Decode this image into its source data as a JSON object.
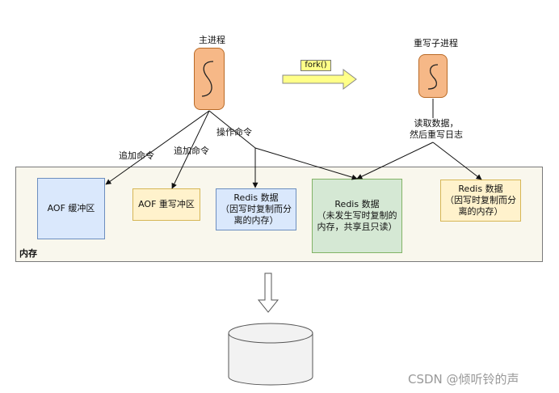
{
  "main_process": {
    "label": "主进程"
  },
  "child_process": {
    "label": "重写子进程",
    "note": "读取数据，\n然后重写日志"
  },
  "fork": {
    "label": "fork()"
  },
  "edges": {
    "append_cmd_1": "追加命令",
    "append_cmd_2": "追加命令",
    "operate_cmd": "操作命令"
  },
  "memory": {
    "label": "内存",
    "aof_buffer": "AOF 缓冲区",
    "aof_rewrite_buffer": "AOF 重写冲区",
    "redis_data_parent": "Redis 数据\n（因写时复制而分\n离的内存）",
    "redis_data_shared": "Redis 数据\n（未发生写时复制的\n内存，共享且只读）",
    "redis_data_child": "Redis 数据\n（因写时复制而分\n离的内存）"
  },
  "disk": {
    "label": "硬盘"
  },
  "watermark": "CSDN @倾听铃的声",
  "colors": {
    "process_fill": "#f6b887",
    "memory_fill": "#f9f7ed",
    "blue_fill": "#dae8fc",
    "yellow_fill": "#fff2cc",
    "green_fill": "#d5e8d4",
    "fork_arrow_fill": "#ffff88"
  }
}
